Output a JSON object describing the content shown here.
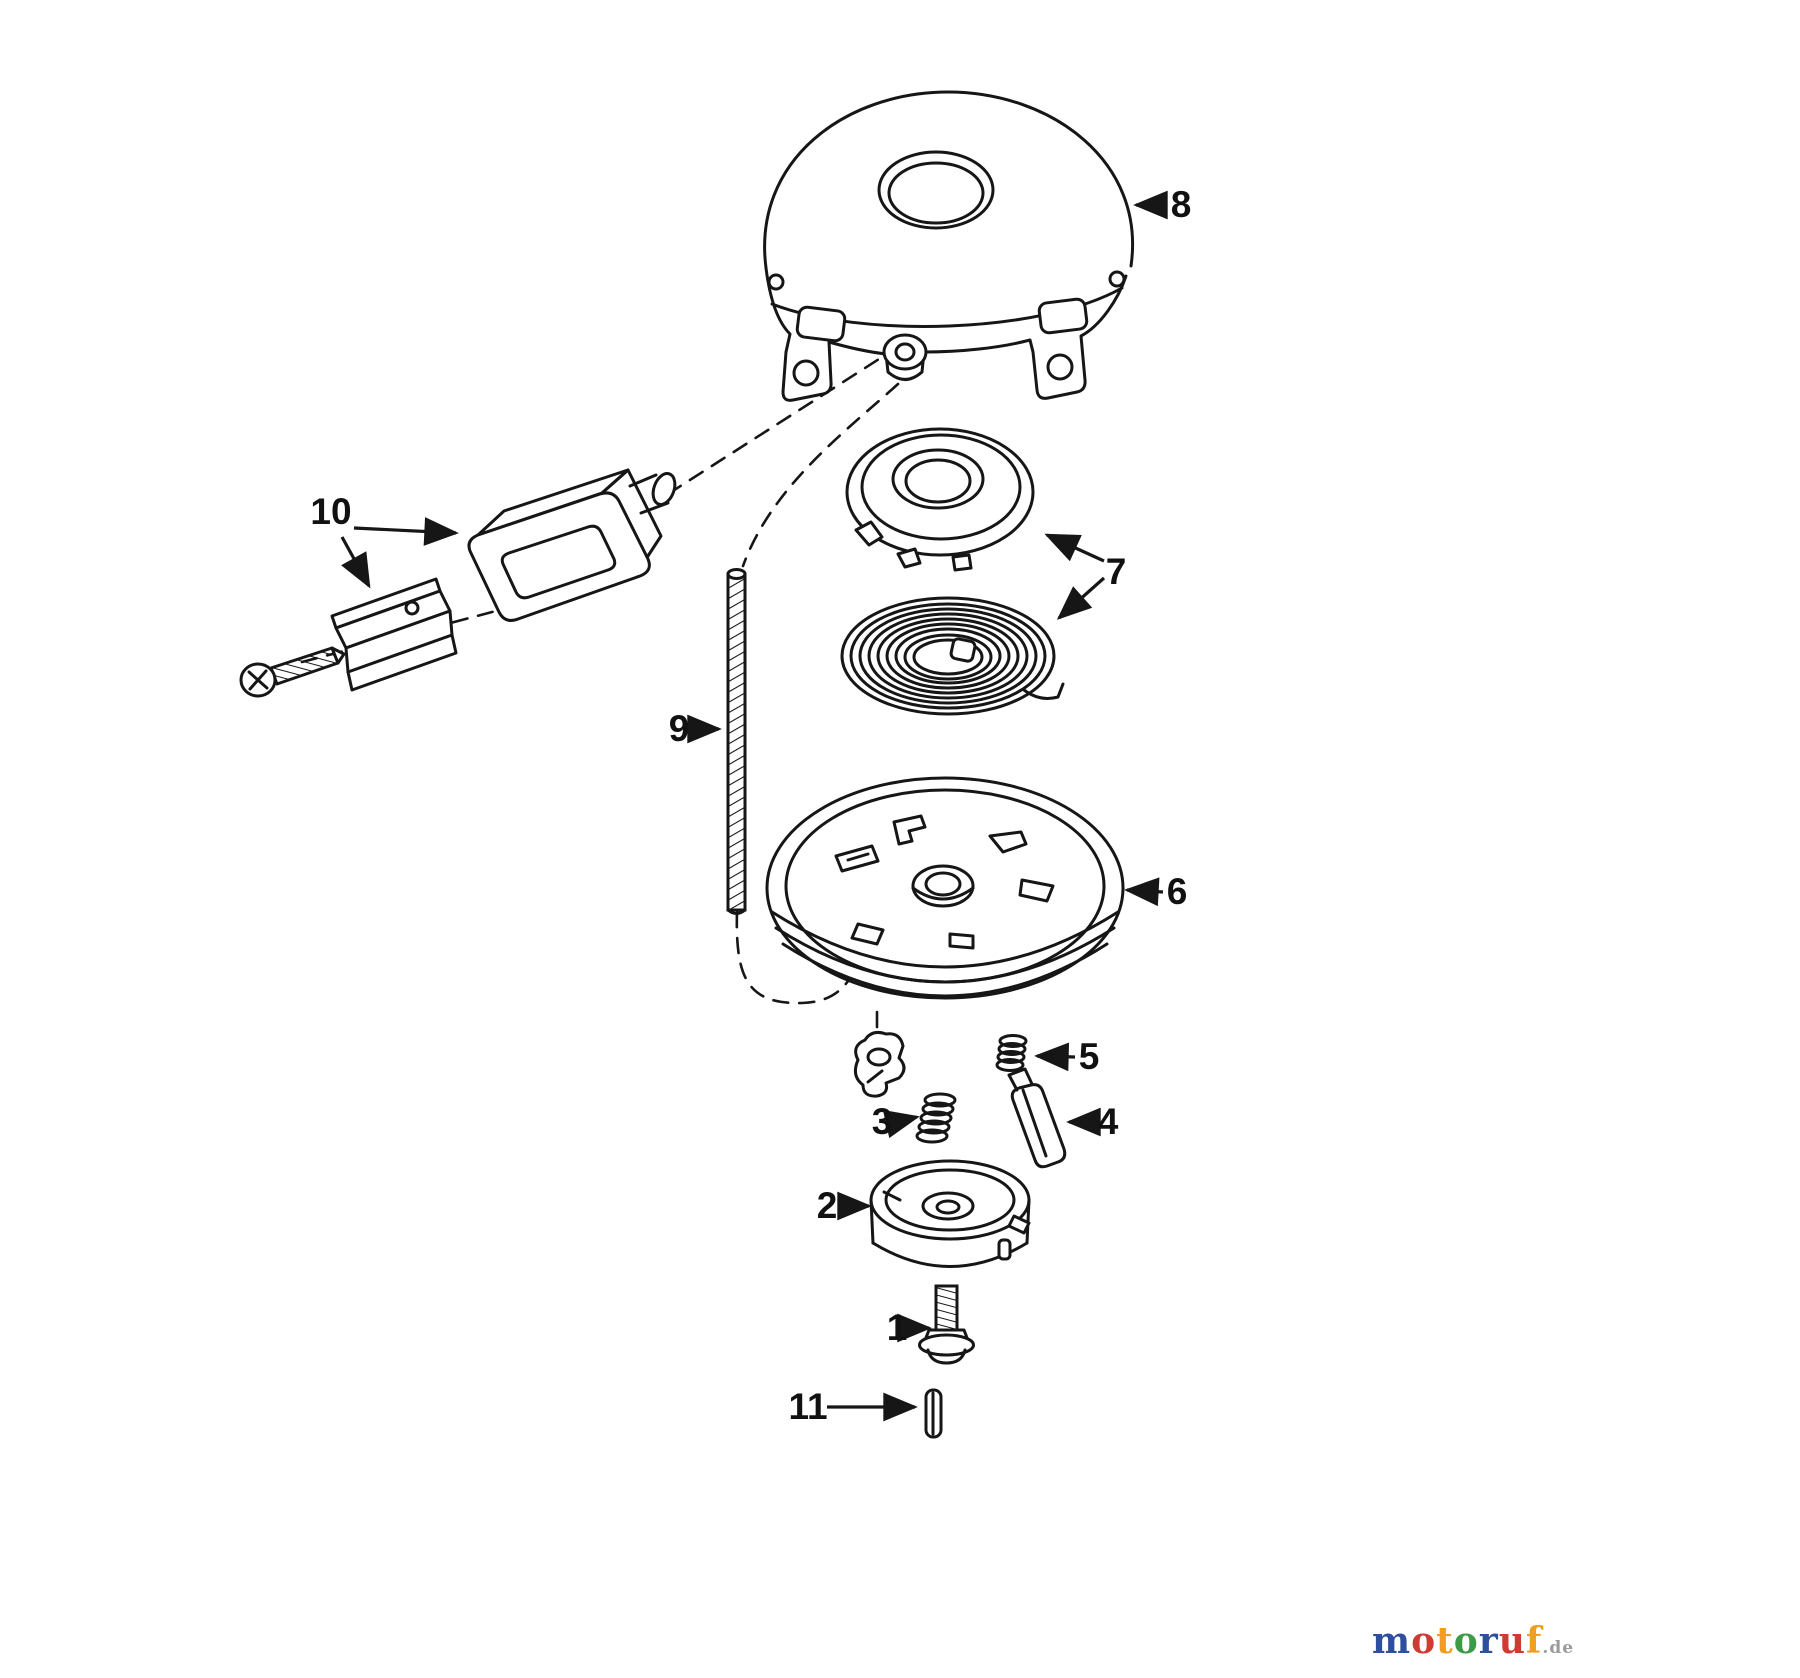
{
  "diagram": {
    "callouts": {
      "p1": "1",
      "p2": "2",
      "p3": "3",
      "p4": "4",
      "p5": "5",
      "p6": "6",
      "p7": "7",
      "p8": "8",
      "p9": "9",
      "p10": "10",
      "p11": "11"
    },
    "line_color": "#161616",
    "background_color": "#ffffff"
  },
  "watermark": {
    "letters": [
      {
        "char": "m",
        "color": "#2d4f9e"
      },
      {
        "char": "o",
        "color": "#cf3a32"
      },
      {
        "char": "t",
        "color": "#ef9f1f"
      },
      {
        "char": "o",
        "color": "#3d9b48"
      },
      {
        "char": "r",
        "color": "#2d4f9e"
      },
      {
        "char": "u",
        "color": "#cf3a32"
      },
      {
        "char": "f",
        "color": "#ef9f1f"
      },
      {
        "char": ".de",
        "color": "#9a9a9a"
      }
    ]
  }
}
